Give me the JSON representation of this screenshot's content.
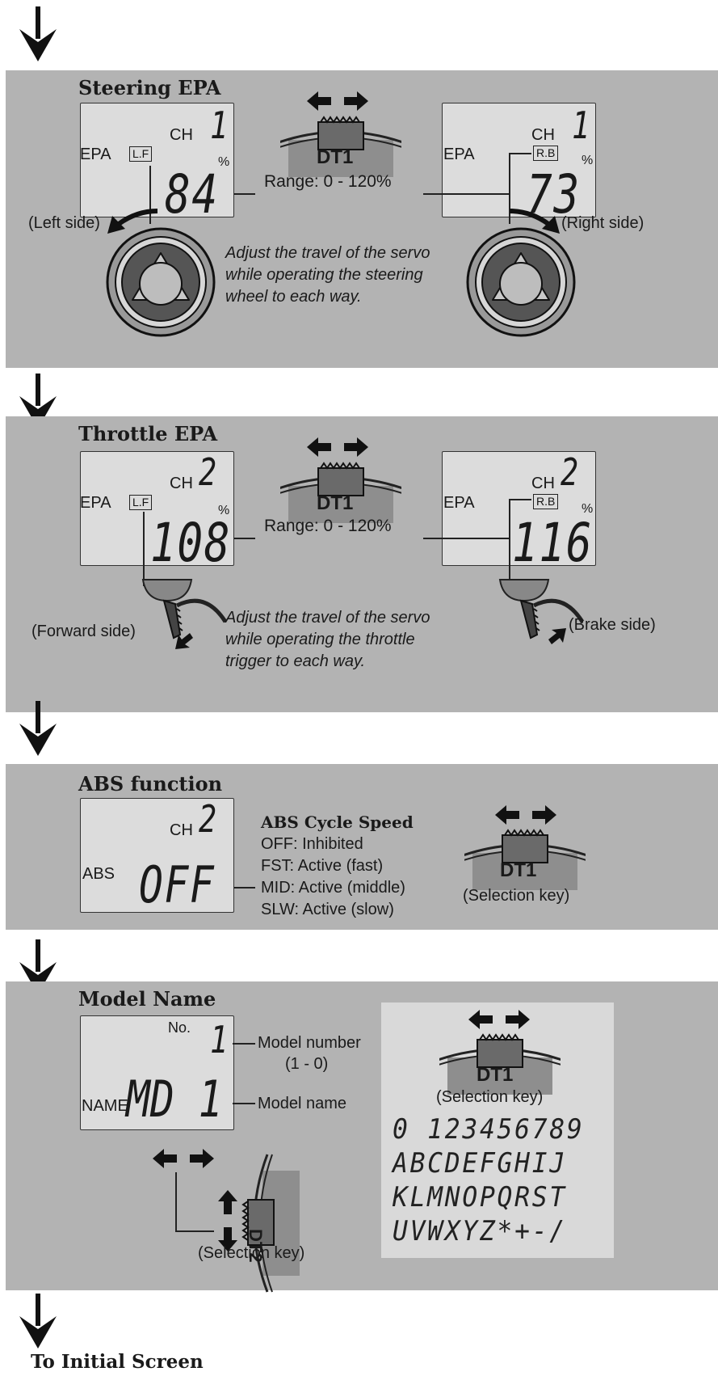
{
  "steering": {
    "title": "Steering EPA",
    "left_lcd": {
      "ch_label": "CH",
      "ch_value": "1",
      "epa_label": "EPA",
      "tag": "L.F",
      "percent": "%",
      "value": "84"
    },
    "right_lcd": {
      "ch_label": "CH",
      "ch_value": "1",
      "epa_label": "EPA",
      "tag": "R.B",
      "percent": "%",
      "value": "73"
    },
    "key_label": "DT1",
    "range": "Range: 0 - 120%",
    "left_side": "(Left side)",
    "right_side": "(Right side)",
    "instruction_1": "Adjust the travel of the servo",
    "instruction_2": "while operating the steering",
    "instruction_3": "wheel to each way."
  },
  "throttle": {
    "title": "Throttle EPA",
    "left_lcd": {
      "ch_label": "CH",
      "ch_value": "2",
      "epa_label": "EPA",
      "tag": "L.F",
      "percent": "%",
      "value": "108"
    },
    "right_lcd": {
      "ch_label": "CH",
      "ch_value": "2",
      "epa_label": "EPA",
      "tag": "R.B",
      "percent": "%",
      "value": "116"
    },
    "key_label": "DT1",
    "range": "Range: 0 - 120%",
    "forward_side": "(Forward side)",
    "brake_side": "(Brake side)",
    "instruction_1": "Adjust the travel of the servo",
    "instruction_2": "while operating the throttle",
    "instruction_3": "trigger to each way."
  },
  "abs": {
    "title": "ABS function",
    "lcd": {
      "ch_label": "CH",
      "ch_value": "2",
      "abs_label": "ABS",
      "value": "OFF"
    },
    "cycle_title": "ABS Cycle Speed",
    "options": [
      "OFF: Inhibited",
      "FST: Active (fast)",
      "MID: Active (middle)",
      "SLW: Active (slow)"
    ],
    "key_label": "DT1",
    "key_caption": "(Selection key)"
  },
  "model": {
    "title": "Model Name",
    "lcd": {
      "no_label": "No.",
      "no_value": "1",
      "name_label": "NAME",
      "name_value": "MD 1"
    },
    "model_number_1": "Model number",
    "model_number_2": "(1 - 0)",
    "model_name": "Model name",
    "dt2_label": "DT2",
    "dt2_caption": "(Selection key)",
    "dt1_label": "DT1",
    "dt1_caption": "(Selection key)",
    "charset": [
      "0 123456789",
      "ABCDEFGHIJ",
      "KLMNOPQRST",
      "UVWXYZ*+-/"
    ]
  },
  "footer": "To Initial Screen"
}
